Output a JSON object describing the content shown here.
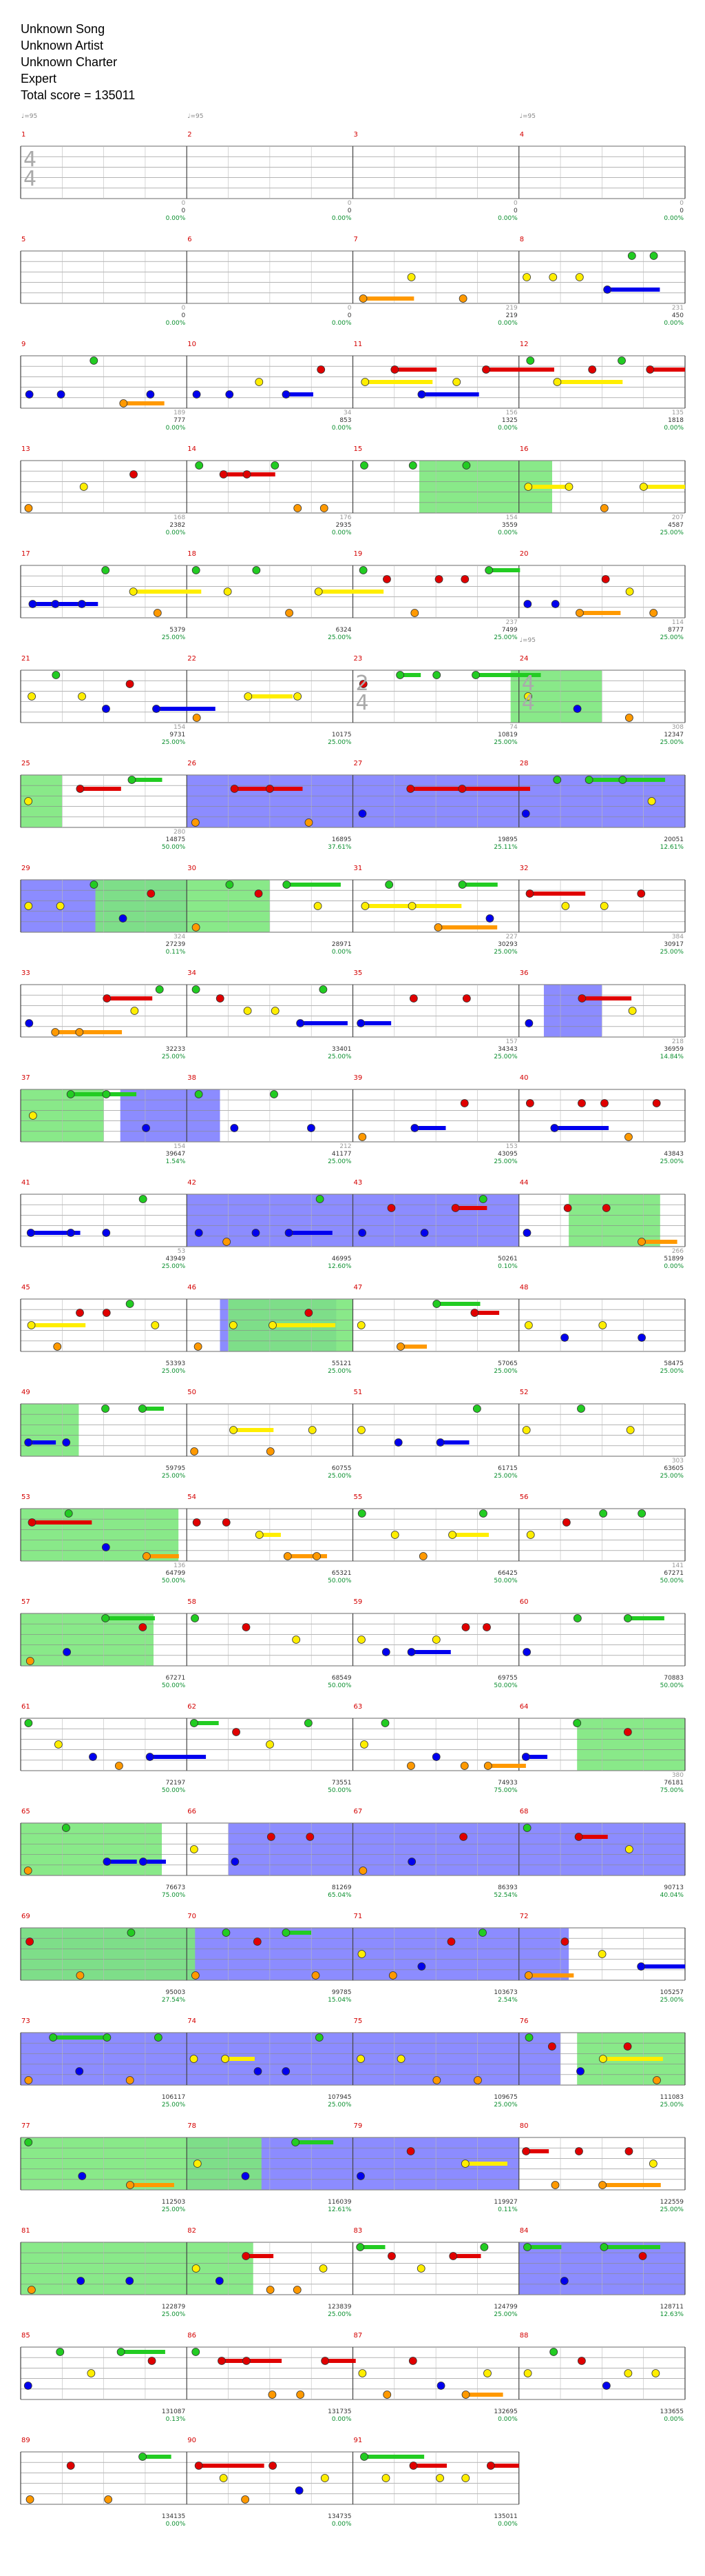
{
  "header": {
    "song": "Unknown Song",
    "artist": "Unknown Artist",
    "charter": "Unknown Charter",
    "difficulty": "Expert",
    "total_score": "Total score = 135011"
  },
  "colors": {
    "green": "#22cc22",
    "red": "#e00000",
    "yellow": "#ffee00",
    "blue": "#0000ee",
    "orange": "#ff9900",
    "sp_fill": "#7ce77c",
    "solo_fill": "#8080ff",
    "staff_line": "#888888",
    "measure_number": "#d40000",
    "percent_text": "#0a8f2e"
  },
  "tempo_marks": [
    {
      "measure": 1,
      "label": "♩=95"
    },
    {
      "measure": 2,
      "label": "♩=95"
    },
    {
      "measure": 4,
      "label": "♩=95"
    },
    {
      "measure": 24,
      "label": "♩=95"
    }
  ],
  "time_signatures": [
    {
      "measure": 1,
      "top": "4",
      "bottom": "4"
    },
    {
      "measure": 23,
      "top": "2",
      "bottom": "4"
    },
    {
      "measure": 24,
      "top": "4",
      "bottom": "4"
    }
  ],
  "measures": [
    {
      "n": "1",
      "sp": "0",
      "total": "0",
      "pct": "0.00%"
    },
    {
      "n": "2",
      "sp": "0",
      "total": "0",
      "pct": "0.00%"
    },
    {
      "n": "3",
      "sp": "0",
      "total": "0",
      "pct": "0.00%"
    },
    {
      "n": "4",
      "sp": "0",
      "total": "0",
      "pct": "0.00%"
    },
    {
      "n": "5",
      "sp": "0",
      "total": "0",
      "pct": "0.00%"
    },
    {
      "n": "6",
      "sp": "0",
      "total": "0",
      "pct": "0.00%"
    },
    {
      "n": "7",
      "sp": "219",
      "total": "219",
      "pct": "0.00%"
    },
    {
      "n": "8",
      "sp": "231",
      "total": "450",
      "pct": "0.00%"
    },
    {
      "n": "9",
      "sp": "189",
      "total": "777",
      "pct": "0.00%"
    },
    {
      "n": "10",
      "sp": "34",
      "total": "853",
      "pct": "0.00%"
    },
    {
      "n": "11",
      "sp": "156",
      "total": "1325",
      "pct": "0.00%"
    },
    {
      "n": "12",
      "sp": "135",
      "total": "1818",
      "pct": "0.00%"
    },
    {
      "n": "13",
      "sp": "168",
      "total": "2382",
      "pct": "0.00%"
    },
    {
      "n": "14",
      "sp": "176",
      "total": "2935",
      "pct": "0.00%"
    },
    {
      "n": "15",
      "sp": "154",
      "total": "3559",
      "pct": "0.00%"
    },
    {
      "n": "16",
      "sp": "207",
      "total": "4587",
      "pct": "25.00%"
    },
    {
      "n": "17",
      "sp": "",
      "total": "5379",
      "pct": "25.00%"
    },
    {
      "n": "18",
      "sp": "",
      "total": "6324",
      "pct": "25.00%"
    },
    {
      "n": "19",
      "sp": "237",
      "total": "7499",
      "pct": "25.00%"
    },
    {
      "n": "20",
      "sp": "114",
      "total": "8777",
      "pct": "25.00%"
    },
    {
      "n": "21",
      "sp": "154",
      "total": "9731",
      "pct": "25.00%"
    },
    {
      "n": "22",
      "sp": "",
      "total": "10175",
      "pct": "25.00%"
    },
    {
      "n": "23",
      "sp": "74",
      "total": "10819",
      "pct": "25.00%"
    },
    {
      "n": "24",
      "sp": "308",
      "total": "12347",
      "pct": "25.00%"
    },
    {
      "n": "25",
      "sp": "280",
      "total": "14875",
      "pct": "50.00%"
    },
    {
      "n": "26",
      "sp": "",
      "total": "16895",
      "pct": "37.61%"
    },
    {
      "n": "27",
      "sp": "",
      "total": "19895",
      "pct": "25.11%"
    },
    {
      "n": "28",
      "sp": "",
      "total": "20051",
      "pct": "12.61%"
    },
    {
      "n": "29",
      "sp": "324",
      "total": "27239",
      "pct": "0.11%"
    },
    {
      "n": "30",
      "sp": "",
      "total": "28971",
      "pct": "0.00%"
    },
    {
      "n": "31",
      "sp": "227",
      "total": "30293",
      "pct": "25.00%"
    },
    {
      "n": "32",
      "sp": "384",
      "total": "30917",
      "pct": "25.00%"
    },
    {
      "n": "33",
      "sp": "",
      "total": "32233",
      "pct": "25.00%"
    },
    {
      "n": "34",
      "sp": "",
      "total": "33401",
      "pct": "25.00%"
    },
    {
      "n": "35",
      "sp": "157",
      "total": "34343",
      "pct": "25.00%"
    },
    {
      "n": "36",
      "sp": "218",
      "total": "36959",
      "pct": "14.84%"
    },
    {
      "n": "37",
      "sp": "154",
      "total": "39647",
      "pct": "1.54%"
    },
    {
      "n": "38",
      "sp": "212",
      "total": "41177",
      "pct": "25.00%"
    },
    {
      "n": "39",
      "sp": "153",
      "total": "43095",
      "pct": "25.00%"
    },
    {
      "n": "40",
      "sp": "",
      "total": "43843",
      "pct": "25.00%"
    },
    {
      "n": "41",
      "sp": "53",
      "total": "43949",
      "pct": "25.00%"
    },
    {
      "n": "42",
      "sp": "",
      "total": "46995",
      "pct": "12.60%"
    },
    {
      "n": "43",
      "sp": "",
      "total": "50261",
      "pct": "0.10%"
    },
    {
      "n": "44",
      "sp": "266",
      "total": "51899",
      "pct": "0.00%"
    },
    {
      "n": "45",
      "sp": "",
      "total": "53393",
      "pct": "25.00%"
    },
    {
      "n": "46",
      "sp": "",
      "total": "55121",
      "pct": "25.00%"
    },
    {
      "n": "47",
      "sp": "",
      "total": "57065",
      "pct": "25.00%"
    },
    {
      "n": "48",
      "sp": "",
      "total": "58475",
      "pct": "25.00%"
    },
    {
      "n": "49",
      "sp": "",
      "total": "59795",
      "pct": "25.00%"
    },
    {
      "n": "50",
      "sp": "",
      "total": "60755",
      "pct": "25.00%"
    },
    {
      "n": "51",
      "sp": "",
      "total": "61715",
      "pct": "25.00%"
    },
    {
      "n": "52",
      "sp": "303",
      "total": "63605",
      "pct": "25.00%"
    },
    {
      "n": "53",
      "sp": "136",
      "total": "64799",
      "pct": "50.00%"
    },
    {
      "n": "54",
      "sp": "",
      "total": "65321",
      "pct": "50.00%"
    },
    {
      "n": "55",
      "sp": "",
      "total": "66425",
      "pct": "50.00%"
    },
    {
      "n": "56",
      "sp": "141",
      "total": "67271",
      "pct": "50.00%"
    },
    {
      "n": "57",
      "sp": "",
      "total": "67271",
      "pct": "50.00%"
    },
    {
      "n": "58",
      "sp": "",
      "total": "68549",
      "pct": "50.00%"
    },
    {
      "n": "59",
      "sp": "",
      "total": "69755",
      "pct": "50.00%"
    },
    {
      "n": "60",
      "sp": "",
      "total": "70883",
      "pct": "50.00%"
    },
    {
      "n": "61",
      "sp": "",
      "total": "72197",
      "pct": "50.00%"
    },
    {
      "n": "62",
      "sp": "",
      "total": "73551",
      "pct": "50.00%"
    },
    {
      "n": "63",
      "sp": "",
      "total": "74933",
      "pct": "75.00%"
    },
    {
      "n": "64",
      "sp": "380",
      "total": "76181",
      "pct": "75.00%"
    },
    {
      "n": "65",
      "sp": "",
      "total": "76673",
      "pct": "75.00%"
    },
    {
      "n": "66",
      "sp": "",
      "total": "81269",
      "pct": "65.04%"
    },
    {
      "n": "67",
      "sp": "",
      "total": "86393",
      "pct": "52.54%"
    },
    {
      "n": "68",
      "sp": "",
      "total": "90713",
      "pct": "40.04%"
    },
    {
      "n": "69",
      "sp": "",
      "total": "95003",
      "pct": "27.54%"
    },
    {
      "n": "70",
      "sp": "",
      "total": "99785",
      "pct": "15.04%"
    },
    {
      "n": "71",
      "sp": "",
      "total": "103673",
      "pct": "2.54%"
    },
    {
      "n": "72",
      "sp": "",
      "total": "105257",
      "pct": "25.00%"
    },
    {
      "n": "73",
      "sp": "",
      "total": "106117",
      "pct": "25.00%"
    },
    {
      "n": "74",
      "sp": "",
      "total": "107945",
      "pct": "25.00%"
    },
    {
      "n": "75",
      "sp": "",
      "total": "109675",
      "pct": "25.00%"
    },
    {
      "n": "76",
      "sp": "",
      "total": "111083",
      "pct": "25.00%"
    },
    {
      "n": "77",
      "sp": "",
      "total": "112503",
      "pct": "25.00%"
    },
    {
      "n": "78",
      "sp": "",
      "total": "116039",
      "pct": "12.61%"
    },
    {
      "n": "79",
      "sp": "",
      "total": "119927",
      "pct": "0.11%"
    },
    {
      "n": "80",
      "sp": "",
      "total": "122559",
      "pct": "25.00%"
    },
    {
      "n": "81",
      "sp": "",
      "total": "122879",
      "pct": "25.00%"
    },
    {
      "n": "82",
      "sp": "",
      "total": "123839",
      "pct": "25.00%"
    },
    {
      "n": "83",
      "sp": "",
      "total": "124799",
      "pct": "25.00%"
    },
    {
      "n": "84",
      "sp": "",
      "total": "128711",
      "pct": "12.63%"
    },
    {
      "n": "85",
      "sp": "",
      "total": "131087",
      "pct": "0.13%"
    },
    {
      "n": "86",
      "sp": "",
      "total": "131735",
      "pct": "0.00%"
    },
    {
      "n": "87",
      "sp": "",
      "total": "132695",
      "pct": "0.00%"
    },
    {
      "n": "88",
      "sp": "",
      "total": "133655",
      "pct": "0.00%"
    },
    {
      "n": "89",
      "sp": "",
      "total": "134135",
      "pct": "0.00%"
    },
    {
      "n": "90",
      "sp": "",
      "total": "134735",
      "pct": "0.00%"
    },
    {
      "n": "91",
      "sp": "",
      "total": "135011",
      "pct": "0.00%"
    }
  ]
}
